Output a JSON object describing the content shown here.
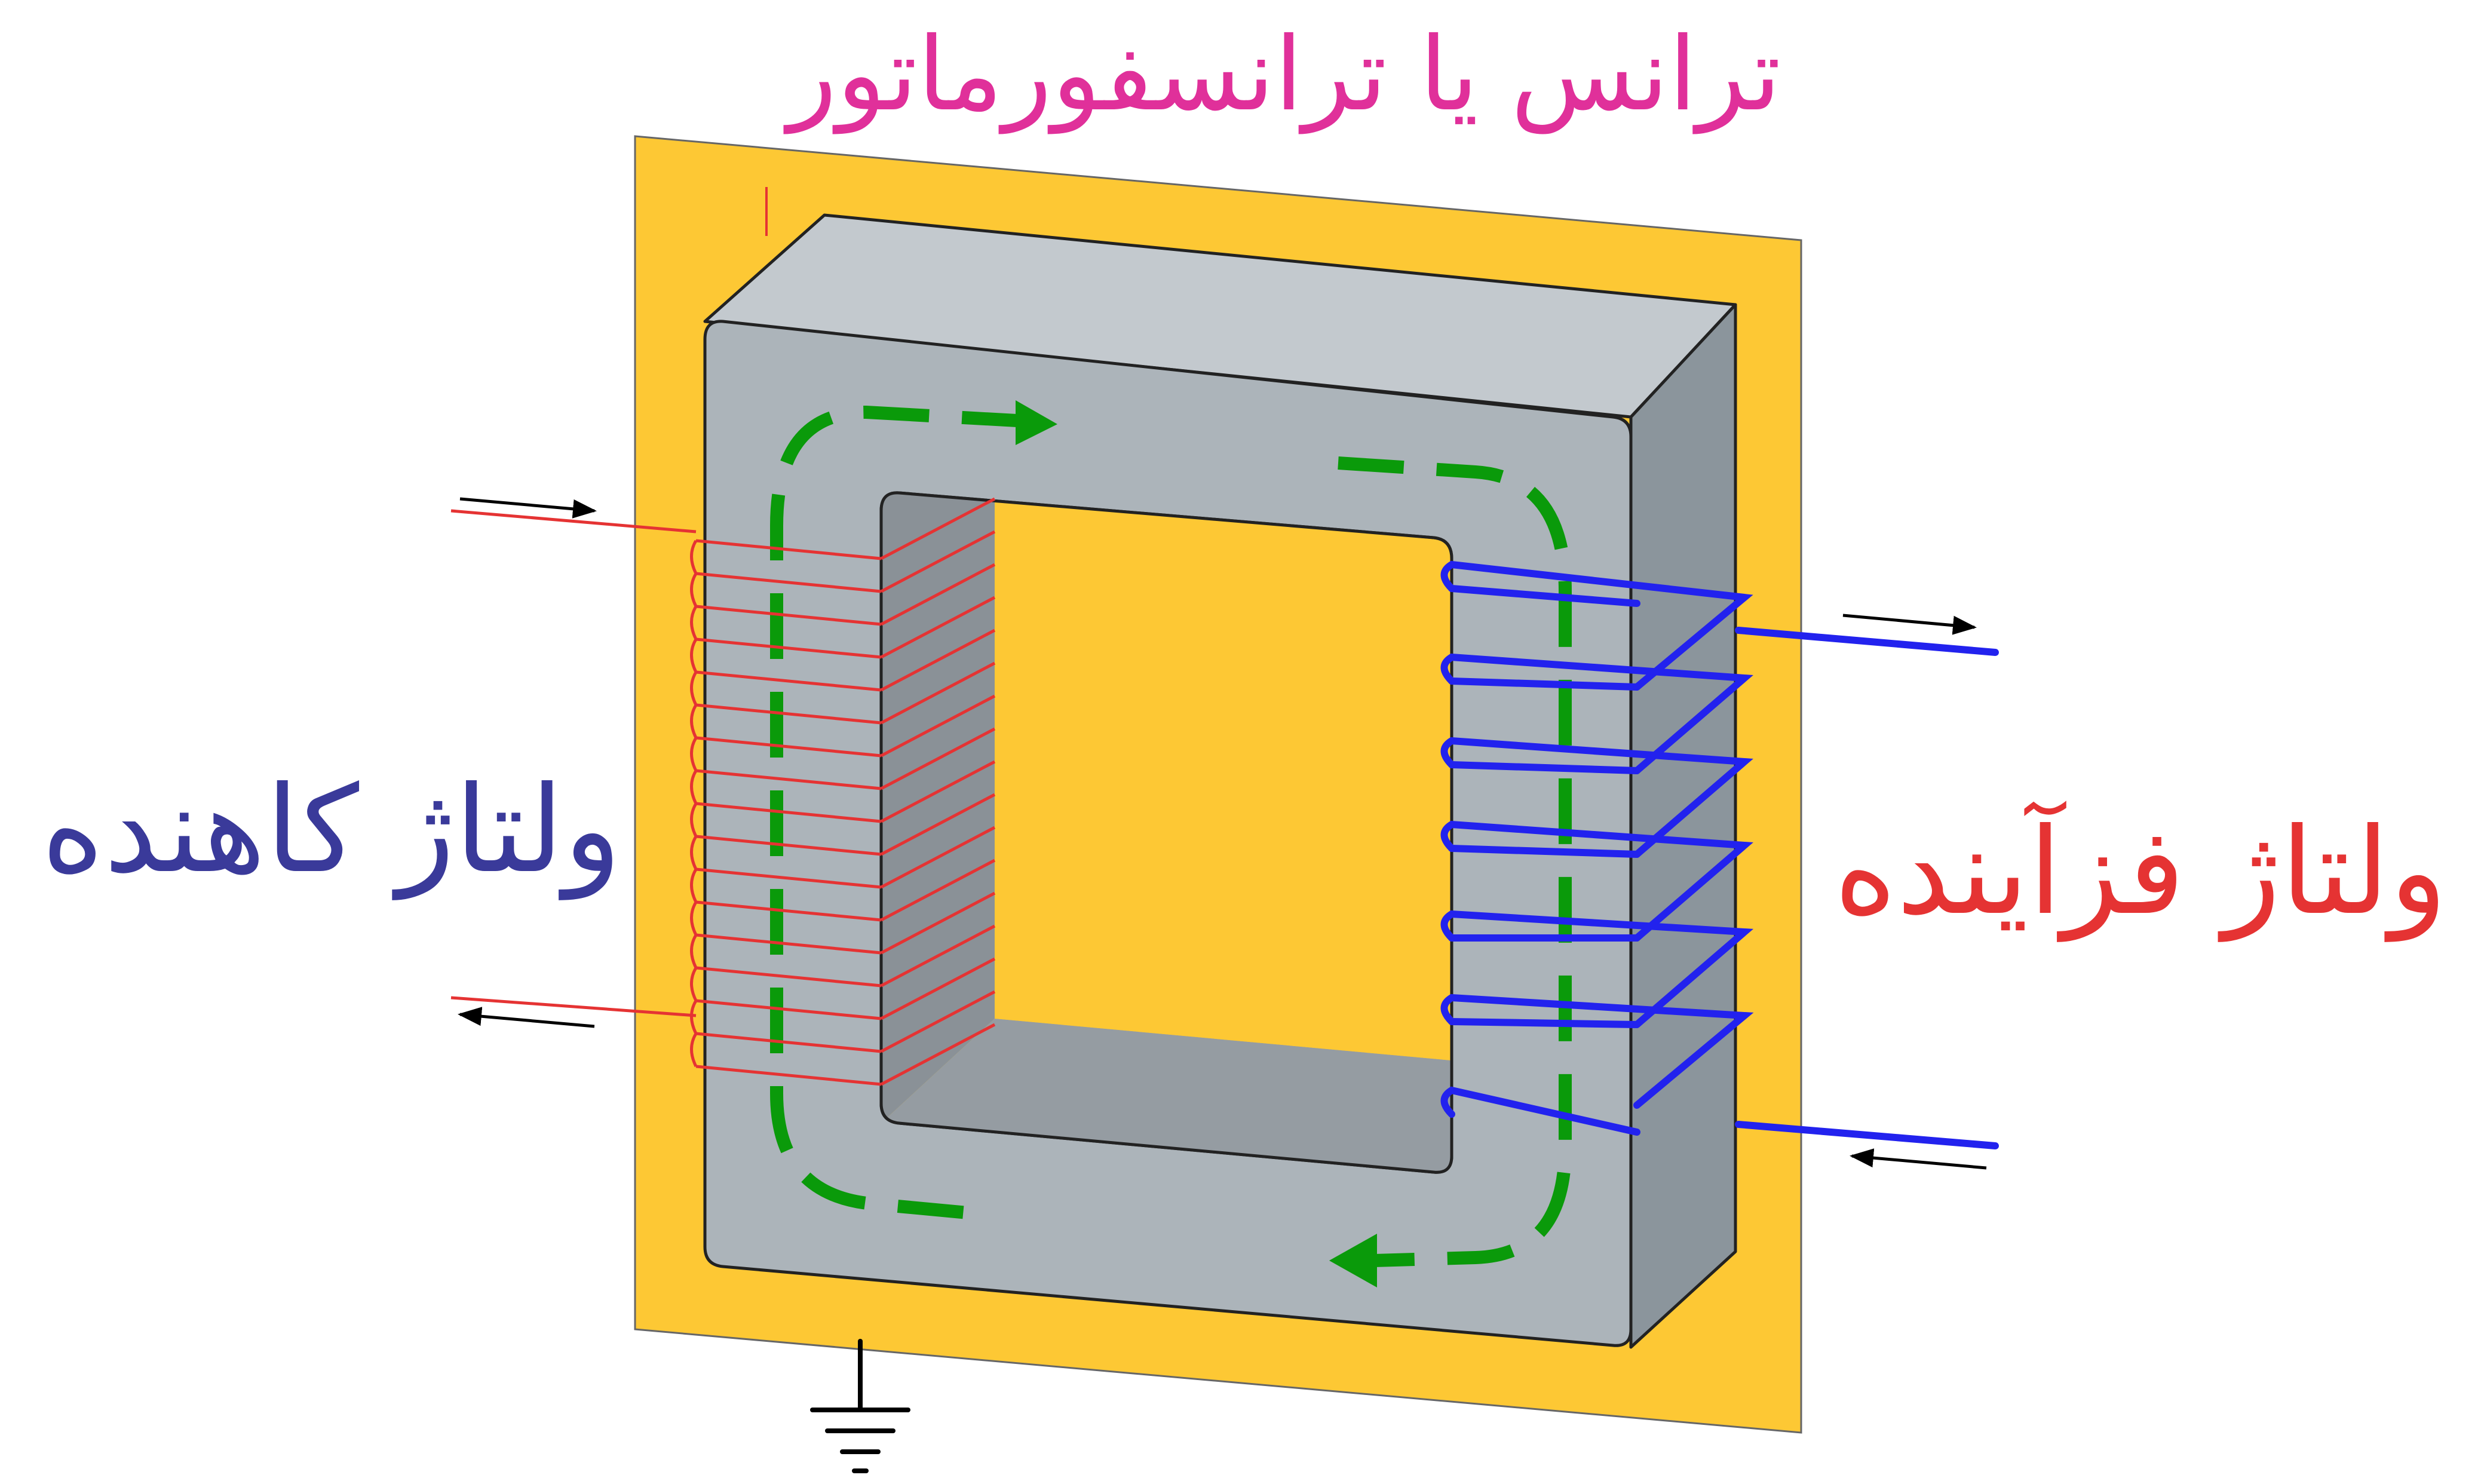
{
  "title": "ترانس یا ترانسفورماتور",
  "primary_label": "ولتاژ کاهنده",
  "secondary_label": "ولتاژ فزآینده",
  "colors": {
    "background_plate": "#FDC834",
    "core_front": "#ACB4BA",
    "core_side": "#8B959C",
    "core_top": "#C3C9CE",
    "hole_shadow": "#8A9197",
    "flux_arrows": "#0A9A0A",
    "primary_winding": "#E53333",
    "secondary_winding": "#2222EE",
    "title_color": "#E0309A",
    "primary_label_color": "#3A3A9A",
    "secondary_label_color": "#E53333",
    "direction_arrows": "#000000"
  },
  "icons": {
    "ground": "ground-symbol-icon",
    "flux": "magnetic-flux-arrow-icon",
    "current_direction": "current-direction-arrow-icon"
  }
}
